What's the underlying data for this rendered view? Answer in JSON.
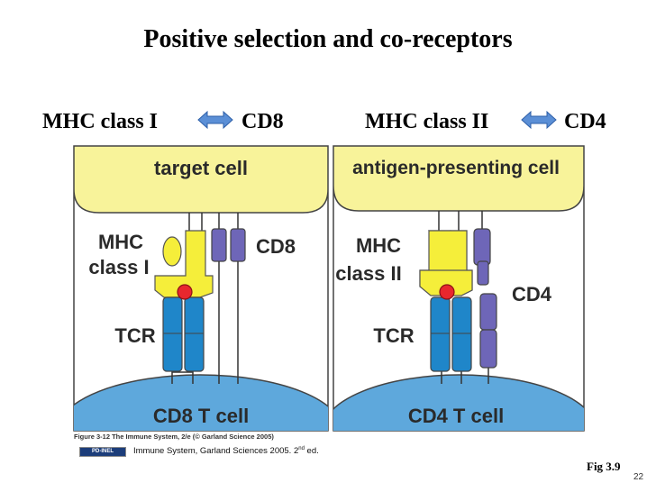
{
  "title": "Positive selection and co-receptors",
  "left": {
    "mhc_text": "MHC class I",
    "coreceptor_text": "CD8",
    "cell_top": "target cell",
    "mhc_label_1": "MHC",
    "mhc_label_2": "class I",
    "coreceptor_label": "CD8",
    "tcr_label": "TCR",
    "cell_bottom": "CD8 T cell"
  },
  "right": {
    "mhc_text": "MHC class II",
    "coreceptor_text": "CD4",
    "cell_top": "antigen-presenting cell",
    "mhc_label_1": "MHC",
    "mhc_label_2": "class II",
    "coreceptor_label": "CD4",
    "tcr_label": "TCR",
    "cell_bottom": "CD4 T cell"
  },
  "caption": "Figure 3-12  The Immune System, 2/e (© Garland Science 2005)",
  "license_badge": "PD-INEL",
  "source": "Immune System, Garland Sciences 2005. 2",
  "source_sup": "nd",
  "source_end": " ed.",
  "fig_ref": "Fig 3.9",
  "page_number": "22",
  "colors": {
    "upper_cell": "#f8f39a",
    "lower_cell": "#5ea8dc",
    "mhc": "#f5ee3a",
    "tcr": "#1f86c9",
    "coreceptor": "#6e66b8",
    "peptide": "#e8272e",
    "arrow": "#5b8fd6"
  },
  "icons": {
    "double_arrow": "double-arrow-icon"
  }
}
